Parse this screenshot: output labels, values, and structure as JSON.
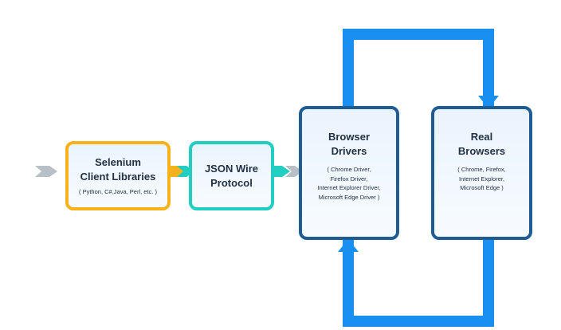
{
  "colors": {
    "loop": "#1a8ff2",
    "selenium_border": "#f7b21b",
    "json_border": "#22cdc1",
    "driver_border": "#1f5c94",
    "input_arrow": "#b7c0c6"
  },
  "nodes": {
    "selenium": {
      "title": "Selenium\nClient Libraries",
      "subtitle": "( Python, C#,Java, Perl, etc. )"
    },
    "json": {
      "title": "JSON Wire\nProtocol"
    },
    "drivers": {
      "title": "Browser\nDrivers",
      "subtitle": "( Chrome Driver,\nFirefox Driver,\nInternet Explorer Driver,\nMicrosoft Edge Driver )"
    },
    "browsers": {
      "title": "Real\nBrowsers",
      "subtitle": "( Chrome, Firefox,\nInternet Explorer,\nMicrosoft Edge )"
    }
  }
}
